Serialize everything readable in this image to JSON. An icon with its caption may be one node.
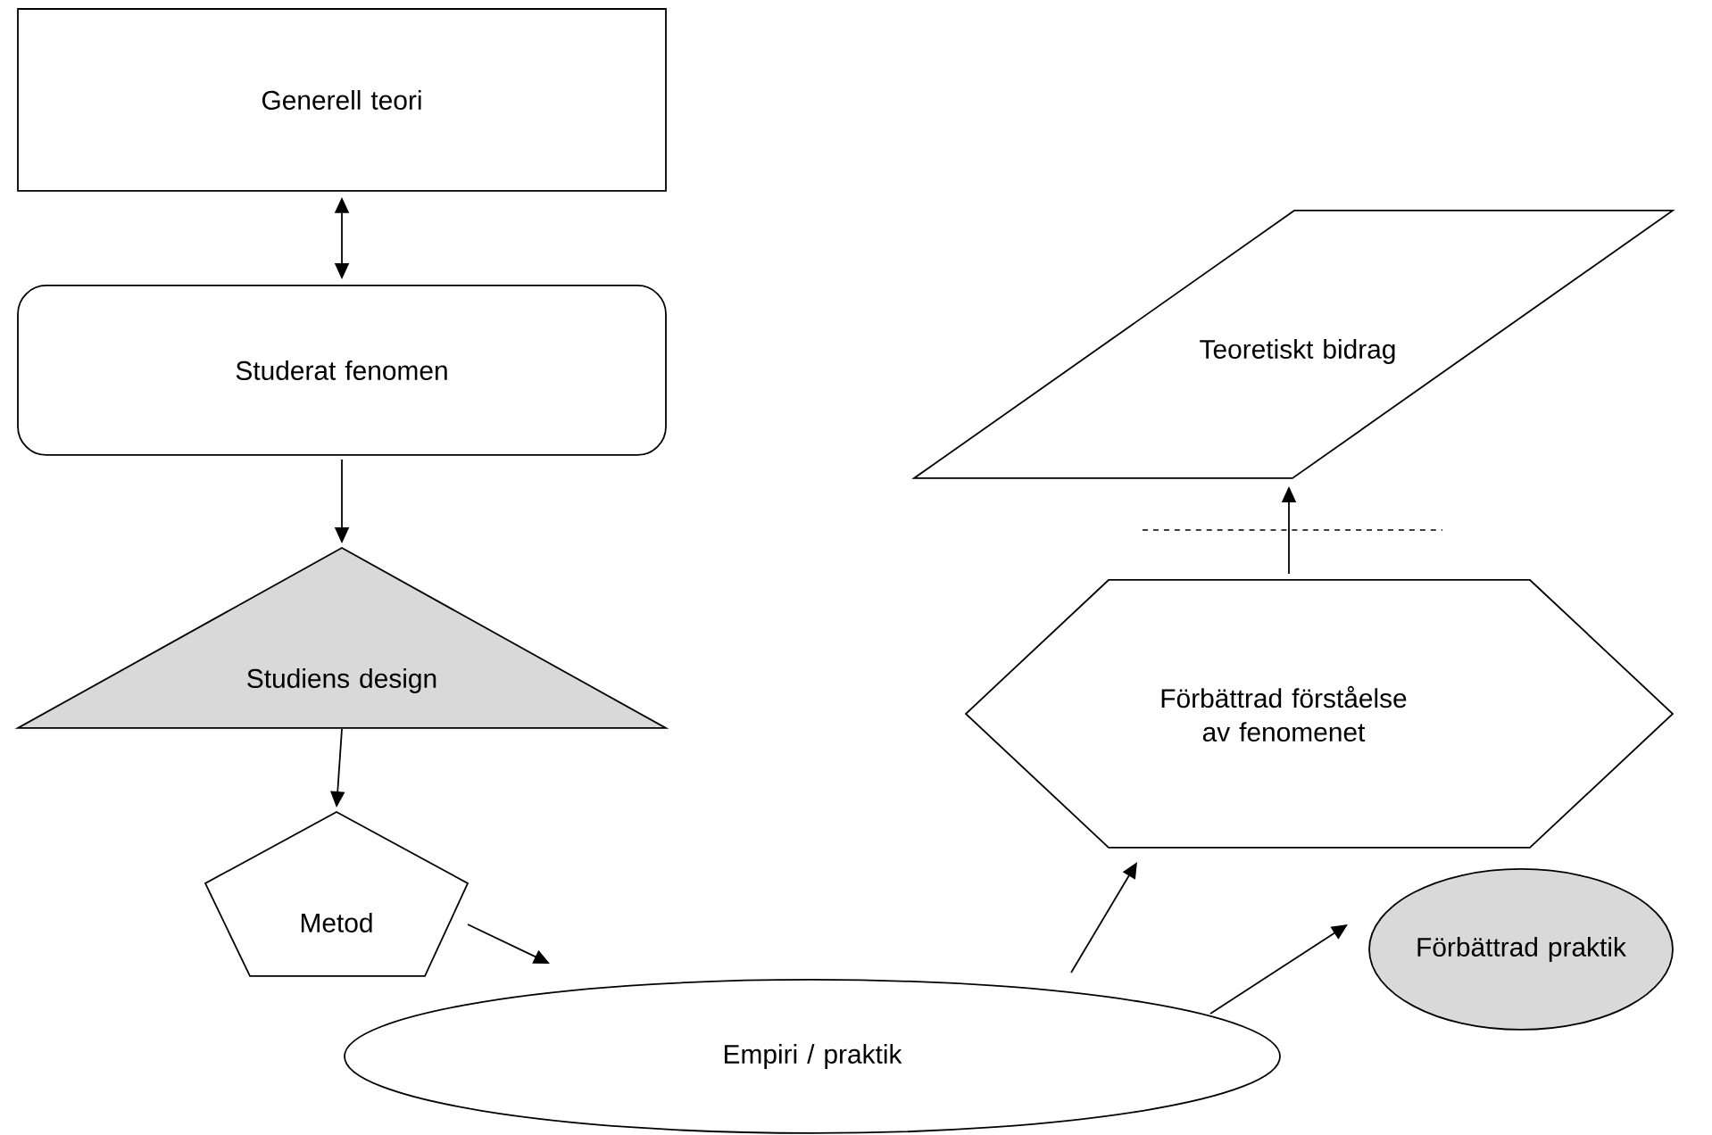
{
  "diagram": {
    "nodes": [
      {
        "text": [
          "Generell teori"
        ]
      },
      {
        "text": [
          "Studerat fenomen"
        ]
      },
      {
        "text": [
          "Studiens design"
        ]
      },
      {
        "text": [
          "Metod"
        ]
      },
      {
        "text": [
          "Empiri / praktik"
        ]
      },
      {
        "text": [
          "Förbättrad förståelse av fenomenet"
        ]
      },
      {
        "text": [
          "Teoretiskt bidrag"
        ]
      },
      {
        "text": [
          "Förbättrad praktik"
        ]
      }
    ],
    "edges": [
      {
        "from": 0,
        "to": 1,
        "arrow": "both"
      },
      {
        "from": 1,
        "to": 2,
        "arrow": "to"
      },
      {
        "from": 2,
        "to": 3,
        "arrow": "to"
      },
      {
        "from": 3,
        "to": 4,
        "arrow": "to"
      },
      {
        "from": 4,
        "to": 5,
        "arrow": "to"
      },
      {
        "from": 4,
        "to": 7,
        "arrow": "to"
      },
      {
        "from": 5,
        "to": 6,
        "arrow": "to"
      }
    ]
  }
}
